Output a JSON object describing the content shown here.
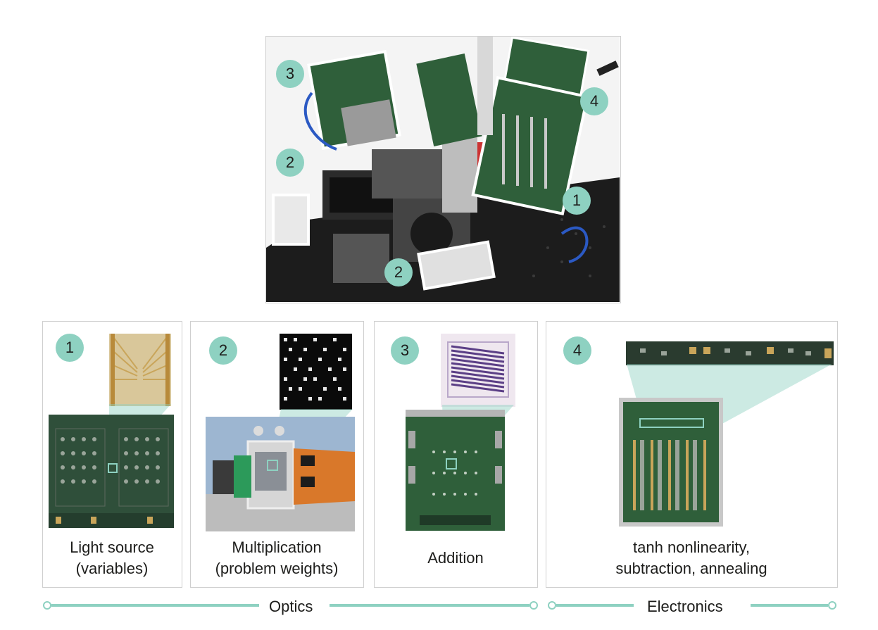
{
  "main_photo": {
    "callouts": [
      {
        "num": "3"
      },
      {
        "num": "2"
      },
      {
        "num": "4"
      },
      {
        "num": "1"
      },
      {
        "num": "2"
      }
    ]
  },
  "panels": [
    {
      "num": "1",
      "caption_line1": "Light source",
      "caption_line2": "(variables)"
    },
    {
      "num": "2",
      "caption_line1": "Multiplication",
      "caption_line2": "(problem weights)"
    },
    {
      "num": "3",
      "caption_line1": "Addition",
      "caption_line2": ""
    },
    {
      "num": "4",
      "caption_line1": "tanh nonlinearity,",
      "caption_line2": "subtraction, annealing"
    }
  ],
  "sections": {
    "optics_label": "Optics",
    "electronics_label": "Electronics"
  },
  "colors": {
    "accent": "#8ed1c1",
    "pcb_green": "#2f5f3a",
    "border": "#cfcfcf"
  }
}
